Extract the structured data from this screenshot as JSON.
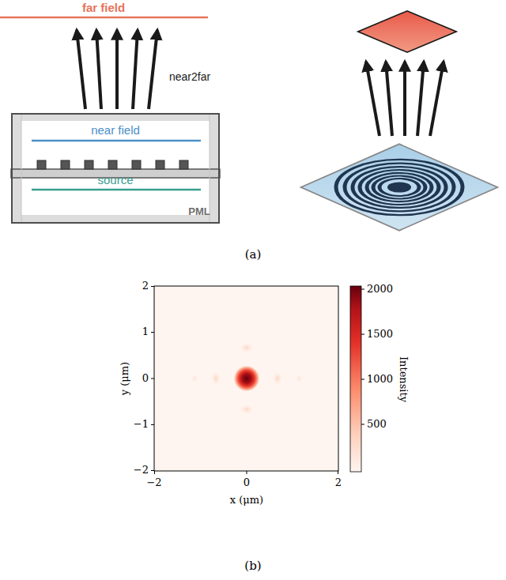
{
  "diagram": {
    "nodes": [
      {
        "text": [
          "near field",
          "source",
          "PML"
        ]
      }
    ],
    "labels": [
      "far field",
      "near2far",
      "(a)",
      "2",
      "1",
      "0",
      "−1",
      "−2",
      "−2",
      "0",
      "2",
      "x (μm)",
      "y (μm)",
      "2000",
      "1500",
      "1000",
      "500",
      "Intensity",
      "(b)"
    ]
  }
}
